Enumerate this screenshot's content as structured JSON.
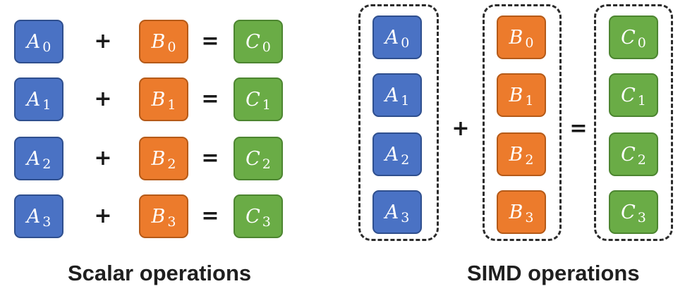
{
  "scalar": {
    "rows": [
      {
        "a": {
          "letter": "A",
          "sub": "0"
        },
        "plus": "+",
        "b": {
          "letter": "B",
          "sub": "0"
        },
        "eq": "=",
        "c": {
          "letter": "C",
          "sub": "0"
        }
      },
      {
        "a": {
          "letter": "A",
          "sub": "1"
        },
        "plus": "+",
        "b": {
          "letter": "B",
          "sub": "1"
        },
        "eq": "=",
        "c": {
          "letter": "C",
          "sub": "1"
        }
      },
      {
        "a": {
          "letter": "A",
          "sub": "2"
        },
        "plus": "+",
        "b": {
          "letter": "B",
          "sub": "2"
        },
        "eq": "=",
        "c": {
          "letter": "C",
          "sub": "2"
        }
      },
      {
        "a": {
          "letter": "A",
          "sub": "3"
        },
        "plus": "+",
        "b": {
          "letter": "B",
          "sub": "3"
        },
        "eq": "=",
        "c": {
          "letter": "C",
          "sub": "3"
        }
      }
    ],
    "caption": "Scalar operations"
  },
  "simd": {
    "a": [
      {
        "letter": "A",
        "sub": "0"
      },
      {
        "letter": "A",
        "sub": "1"
      },
      {
        "letter": "A",
        "sub": "2"
      },
      {
        "letter": "A",
        "sub": "3"
      }
    ],
    "b": [
      {
        "letter": "B",
        "sub": "0"
      },
      {
        "letter": "B",
        "sub": "1"
      },
      {
        "letter": "B",
        "sub": "2"
      },
      {
        "letter": "B",
        "sub": "3"
      }
    ],
    "c": [
      {
        "letter": "C",
        "sub": "0"
      },
      {
        "letter": "C",
        "sub": "1"
      },
      {
        "letter": "C",
        "sub": "2"
      },
      {
        "letter": "C",
        "sub": "3"
      }
    ],
    "plus": "+",
    "eq": "=",
    "caption": "SIMD operations"
  },
  "colors": {
    "a": "#4a72c4",
    "b": "#ec7b2c",
    "c": "#6aac46",
    "outline": "#2b2b2b"
  }
}
